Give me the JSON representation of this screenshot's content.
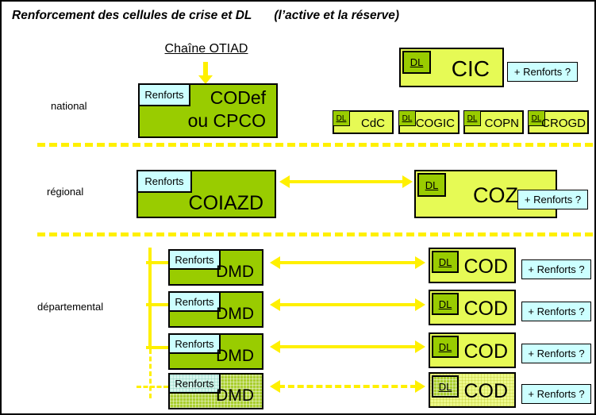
{
  "title": {
    "main": "Renforcement des cellules de crise et DL",
    "paren": "(l’active et la réserve)"
  },
  "chain_label": "Chaîne OTIAD",
  "levels": {
    "national": "national",
    "regional": "régional",
    "departemental": "départemental"
  },
  "labels": {
    "renforts": "Renforts",
    "dl": "DL",
    "plus_renforts": "+ Renforts ?"
  },
  "national": {
    "codef_line1": "CODef",
    "codef_line2": "ou CPCO",
    "cic": "CIC",
    "small_boxes": [
      "CdC",
      "COGIC",
      "COPN",
      "CROGD"
    ]
  },
  "regional": {
    "coiazd": "COIAZD",
    "coz": "COZ"
  },
  "departemental": {
    "dmd": "DMD",
    "cod": "COD"
  },
  "colors": {
    "army_green": "#99CC00",
    "light_green": "#E6FA55",
    "cyan": "#CCFFFF",
    "yellow": "#FFF000"
  }
}
